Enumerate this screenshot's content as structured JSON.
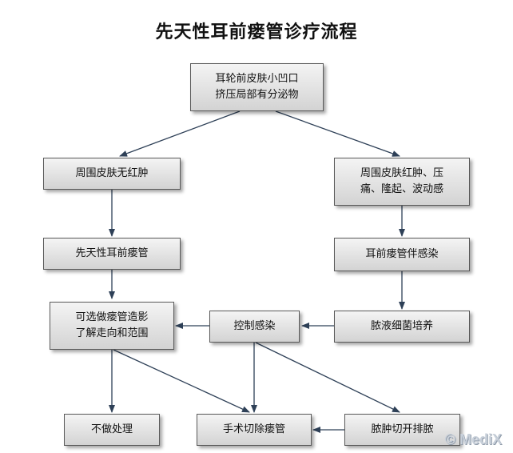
{
  "title": "先天性耳前瘘管诊疗流程",
  "nodes": {
    "start": "耳轮前皮肤小凹口\n挤压局部有分泌物",
    "no_inflammation": "周围皮肤无红肿",
    "inflammation": "周围皮肤红肿、压\n痛、隆起、波动感",
    "congenital_fistula": "先天性耳前瘘管",
    "fistula_infection": "耳前瘘管伴感染",
    "optional_imaging": "可选做瘘管造影\n了解走向和范围",
    "control_infection": "控制感染",
    "pus_culture": "脓液细菌培养",
    "no_treatment": "不做处理",
    "surgical_excision": "手术切除瘘管",
    "incision_drainage": "脓肿切开排脓"
  },
  "watermark": "© MediX"
}
